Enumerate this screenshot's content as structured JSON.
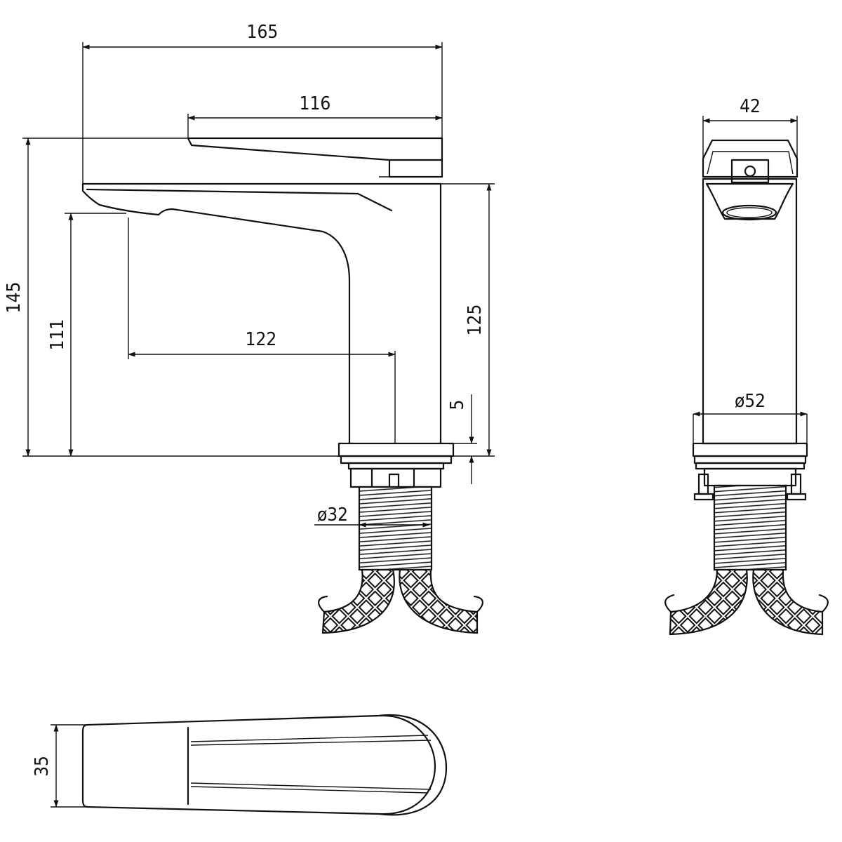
{
  "dimensions": {
    "overall_length": "165",
    "handle_length": "116",
    "total_height": "145",
    "body_height": "125",
    "spout_height": "111",
    "spout_reach": "122",
    "base_plate": "5",
    "thread_diameter": "ø32",
    "handle_width": "42",
    "base_diameter": "ø52",
    "spout_width": "35"
  }
}
